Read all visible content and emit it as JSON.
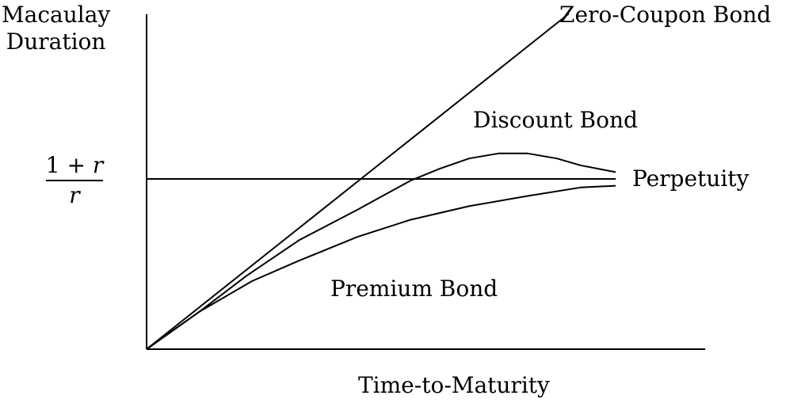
{
  "chart_data": {
    "type": "line",
    "title": "",
    "xlabel": "Time-to-Maturity",
    "ylabel_line1": "Macaulay",
    "ylabel_line2": "Duration",
    "y_tick": {
      "numerator_prefix": "1 + ",
      "numerator_var": "r",
      "denominator": "r"
    },
    "grid": false,
    "axis_ticks_shown": false,
    "series": [
      {
        "name": "Zero-Coupon Bond",
        "points": [
          [
            0,
            0
          ],
          [
            0.72,
            1.97
          ]
        ]
      },
      {
        "name": "Discount Bond",
        "points": [
          [
            0,
            0
          ],
          [
            0.09,
            0.22
          ],
          [
            0.17,
            0.43
          ],
          [
            0.26,
            0.64
          ],
          [
            0.36,
            0.82
          ],
          [
            0.45,
            0.99
          ],
          [
            0.5,
            1.06
          ],
          [
            0.55,
            1.12
          ],
          [
            0.6,
            1.15
          ],
          [
            0.65,
            1.15
          ],
          [
            0.7,
            1.12
          ],
          [
            0.74,
            1.08
          ],
          [
            0.8,
            1.04
          ]
        ]
      },
      {
        "name": "Perpetuity",
        "points": [
          [
            0,
            1.0
          ],
          [
            0.8,
            1.0
          ]
        ]
      },
      {
        "name": "Premium Bond",
        "points": [
          [
            0,
            0
          ],
          [
            0.09,
            0.22
          ],
          [
            0.18,
            0.4
          ],
          [
            0.26,
            0.52
          ],
          [
            0.36,
            0.66
          ],
          [
            0.45,
            0.76
          ],
          [
            0.55,
            0.84
          ],
          [
            0.65,
            0.9
          ],
          [
            0.74,
            0.95
          ],
          [
            0.8,
            0.96
          ]
        ]
      }
    ]
  }
}
